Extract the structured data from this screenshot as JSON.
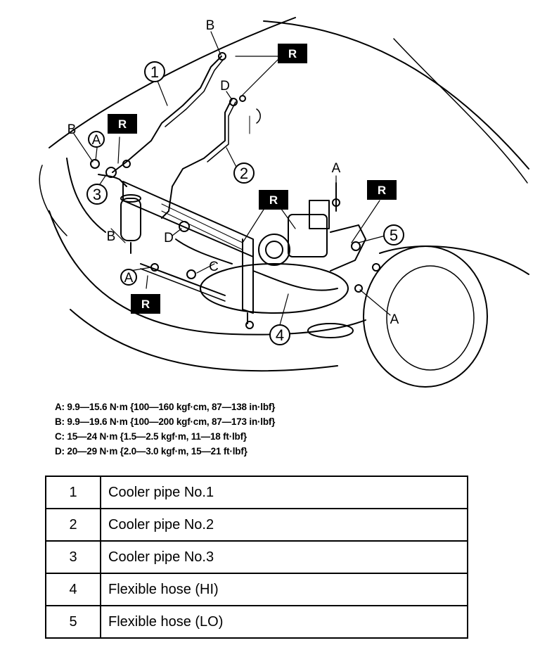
{
  "callouts": {
    "n1": "1",
    "n2": "2",
    "n3": "3",
    "n4": "4",
    "n5": "5",
    "R": "R",
    "A": "A",
    "B": "B",
    "C": "C",
    "D": "D"
  },
  "torque_specs": [
    "A: 9.9—15.6 N·m {100—160 kgf·cm, 87—138 in·lbf}",
    "B: 9.9—19.6 N·m {100—200 kgf·cm, 87—173 in·lbf}",
    "C: 15—24 N·m {1.5—2.5 kgf·m, 11—18 ft·lbf}",
    "D: 20—29 N·m {2.0—3.0 kgf·m, 15—21 ft·lbf}"
  ],
  "parts": [
    {
      "num": "1",
      "name": "Cooler pipe No.1"
    },
    {
      "num": "2",
      "name": "Cooler pipe No.2"
    },
    {
      "num": "3",
      "name": "Cooler pipe No.3"
    },
    {
      "num": "4",
      "name": "Flexible hose (HI)"
    },
    {
      "num": "5",
      "name": "Flexible hose (LO)"
    }
  ]
}
